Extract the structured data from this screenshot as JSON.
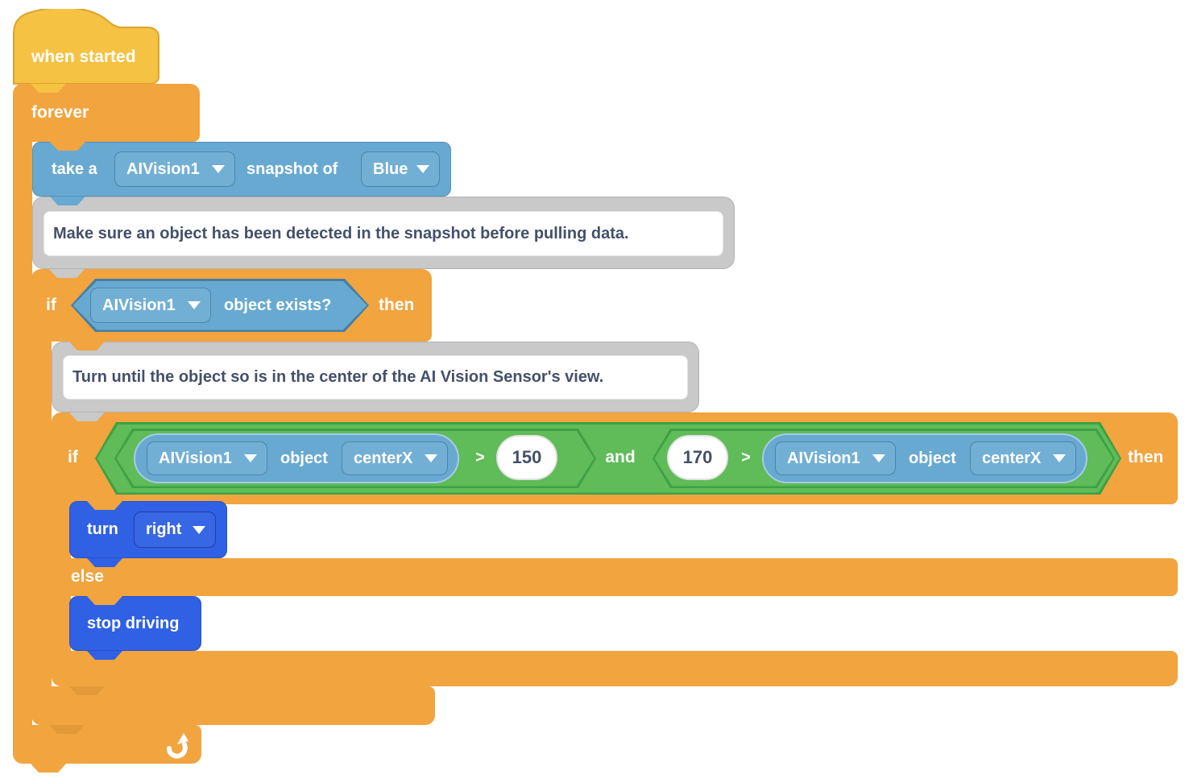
{
  "colors": {
    "hat_yellow": "#F5C243",
    "control_orange": "#F2A43F",
    "sensing_blue": "#68A9D2",
    "operator_green": "#5FBC58",
    "operator_green_border": "#3FA044",
    "drivetrain_blue": "#3061E4",
    "comment_gray": "#C9C9C9",
    "comment_text": "#44506A",
    "value_text": "#445066"
  },
  "blocks": {
    "when_started": {
      "label": "when started"
    },
    "forever": {
      "label": "forever"
    },
    "take_snapshot": {
      "take_a": "take a",
      "device": "AIVision1",
      "snapshot_of": "snapshot of",
      "color": "Blue"
    },
    "comment_detect": {
      "text": "Make sure an object has been detected in the snapshot before pulling data."
    },
    "if_exists": {
      "if_label": "if",
      "device": "AIVision1",
      "condition": "object exists?",
      "then_label": "then"
    },
    "comment_center": {
      "text": "Turn until the object so is in the center of the AI Vision Sensor's view."
    },
    "if_center": {
      "if_label": "if",
      "and_label": "and",
      "then_label": "then",
      "left": {
        "device": "AIVision1",
        "object_label": "object",
        "property": "centerX",
        "operator": ">",
        "value": "150"
      },
      "right": {
        "value": "170",
        "operator": ">",
        "device": "AIVision1",
        "object_label": "object",
        "property": "centerX"
      }
    },
    "turn": {
      "label": "turn",
      "direction": "right"
    },
    "else_block": {
      "label": "else"
    },
    "stop_driving": {
      "label": "stop driving"
    }
  }
}
